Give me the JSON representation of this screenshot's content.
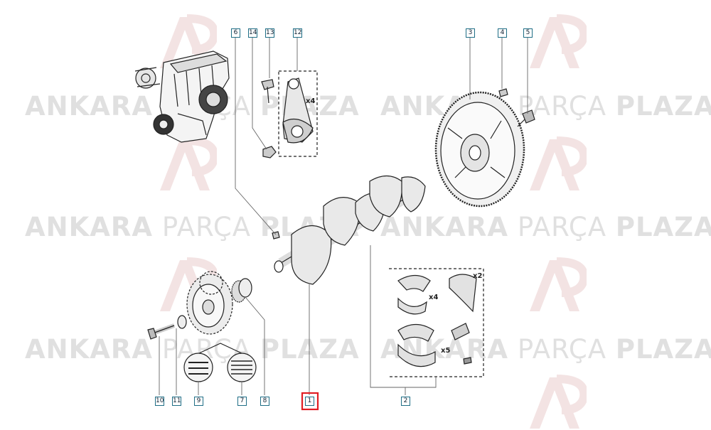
{
  "watermark": {
    "brand_bold_1": "ANKARA",
    "brand_light": "PARÇA",
    "brand_bold_2": "PLAZA"
  },
  "callouts": {
    "c1": "1",
    "c2": "2",
    "c3": "3",
    "c4": "4",
    "c5": "5",
    "c6": "6",
    "c7": "7",
    "c8": "8",
    "c9": "9",
    "c10": "10",
    "c11": "11",
    "c12": "12",
    "c13": "13",
    "c14": "14"
  },
  "quantities": {
    "conrod": "x4",
    "thrust": "x2",
    "upper_bearings": "x4",
    "main_bearings": "x5"
  },
  "colors": {
    "highlight": "#e01e24",
    "callout_border": "#1f6e86",
    "watermark": "#c8c8c8"
  }
}
